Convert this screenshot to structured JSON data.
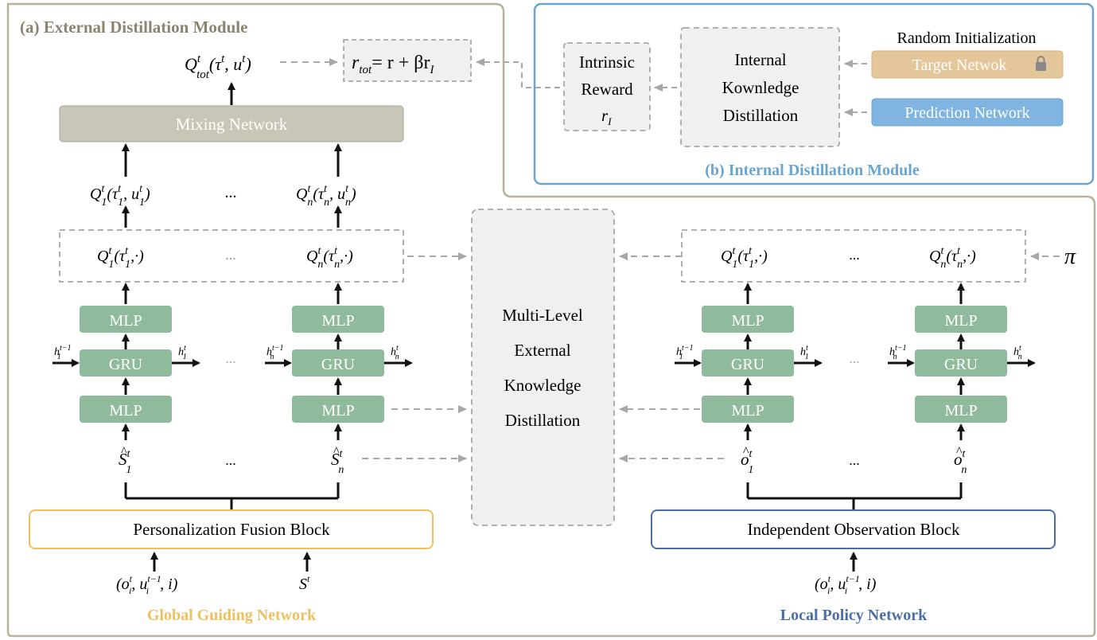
{
  "panels": {
    "external_title": "(a) External Distillation Module",
    "internal_title": "(b) Internal Distillation Module",
    "global_title": "Global Guiding Network",
    "local_title": "Local Policy Network"
  },
  "blocks": {
    "mixing": "Mixing Network",
    "mlp": "MLP",
    "gru": "GRU",
    "personalization": "Personalization Fusion Block",
    "independent": "Independent Observation Block",
    "center_line1": "Multi-Level",
    "center_line2": "External",
    "center_line3": "Knowledge",
    "center_line4": "Distillation",
    "random_init": "Random Initialization",
    "target": "Target Netwok",
    "prediction": "Prediction Network",
    "ikd_line1": "Internal",
    "ikd_line2": "Kownledge",
    "ikd_line3": "Distillation",
    "ir_line1": "Intrinsic",
    "ir_line2": "Reward",
    "ir_sym": "r",
    "ir_sub": "I",
    "ellipsis": "..."
  },
  "math": {
    "r_tot_eq": "= r + βr",
    "pi": "π"
  },
  "colors": {
    "panel_gray": "#b8b29b",
    "panel_blue": "#6aa5d0",
    "green": "#8fba9b",
    "mixing": "#c8c6b6",
    "orange_border": "#f0c060",
    "navy_border": "#4a6fa8",
    "target_fill": "#e3c79a",
    "pred_fill": "#7fb5e0",
    "dash": "#a8a8a8"
  }
}
